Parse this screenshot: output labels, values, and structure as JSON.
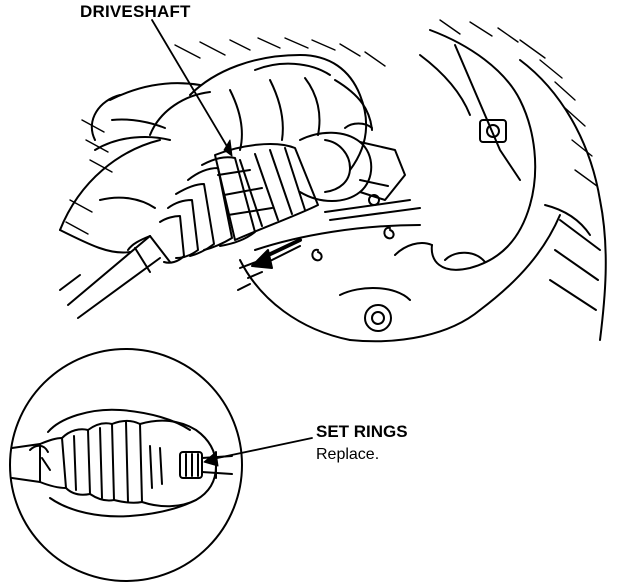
{
  "labels": {
    "driveshaft": "DRIVESHAFT",
    "set_rings": "SET RINGS",
    "replace": "Replace."
  },
  "colors": {
    "ink": "#000000",
    "paper": "#ffffff"
  }
}
